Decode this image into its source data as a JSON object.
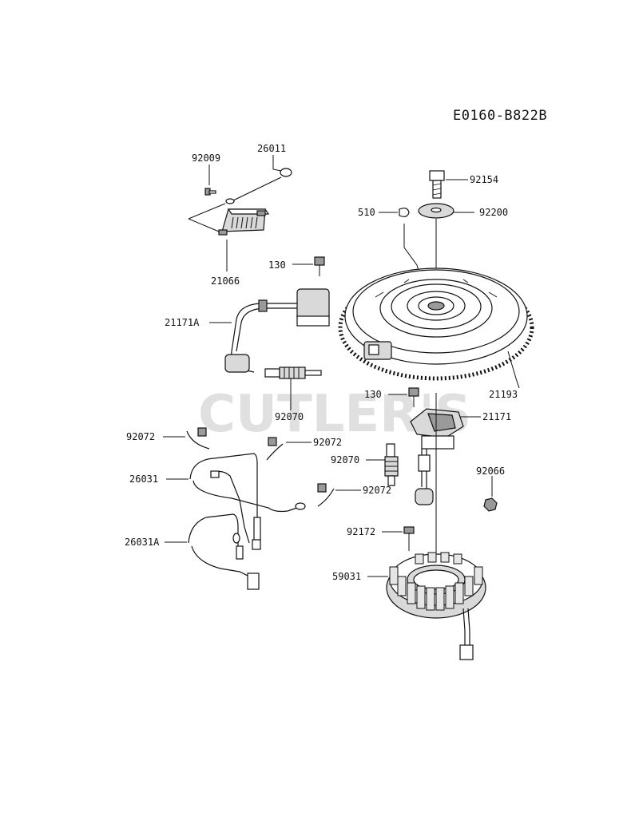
{
  "diagram_code": "E0160-B822B",
  "watermark": "CUTLER'S",
  "callouts": {
    "p92009": "92009",
    "p26011": "26011",
    "p21066": "21066",
    "p130a": "130",
    "p21171A": "21171A",
    "p92070a": "92070",
    "p92154": "92154",
    "p510": "510",
    "p92200": "92200",
    "p21193": "21193",
    "p130b": "130",
    "p21171": "21171",
    "p92072a": "92072",
    "p92072b": "92072",
    "p92072c": "92072",
    "p26031": "26031",
    "p26031A": "26031A",
    "p92070b": "92070",
    "p92066": "92066",
    "p92172": "92172",
    "p59031": "59031"
  }
}
